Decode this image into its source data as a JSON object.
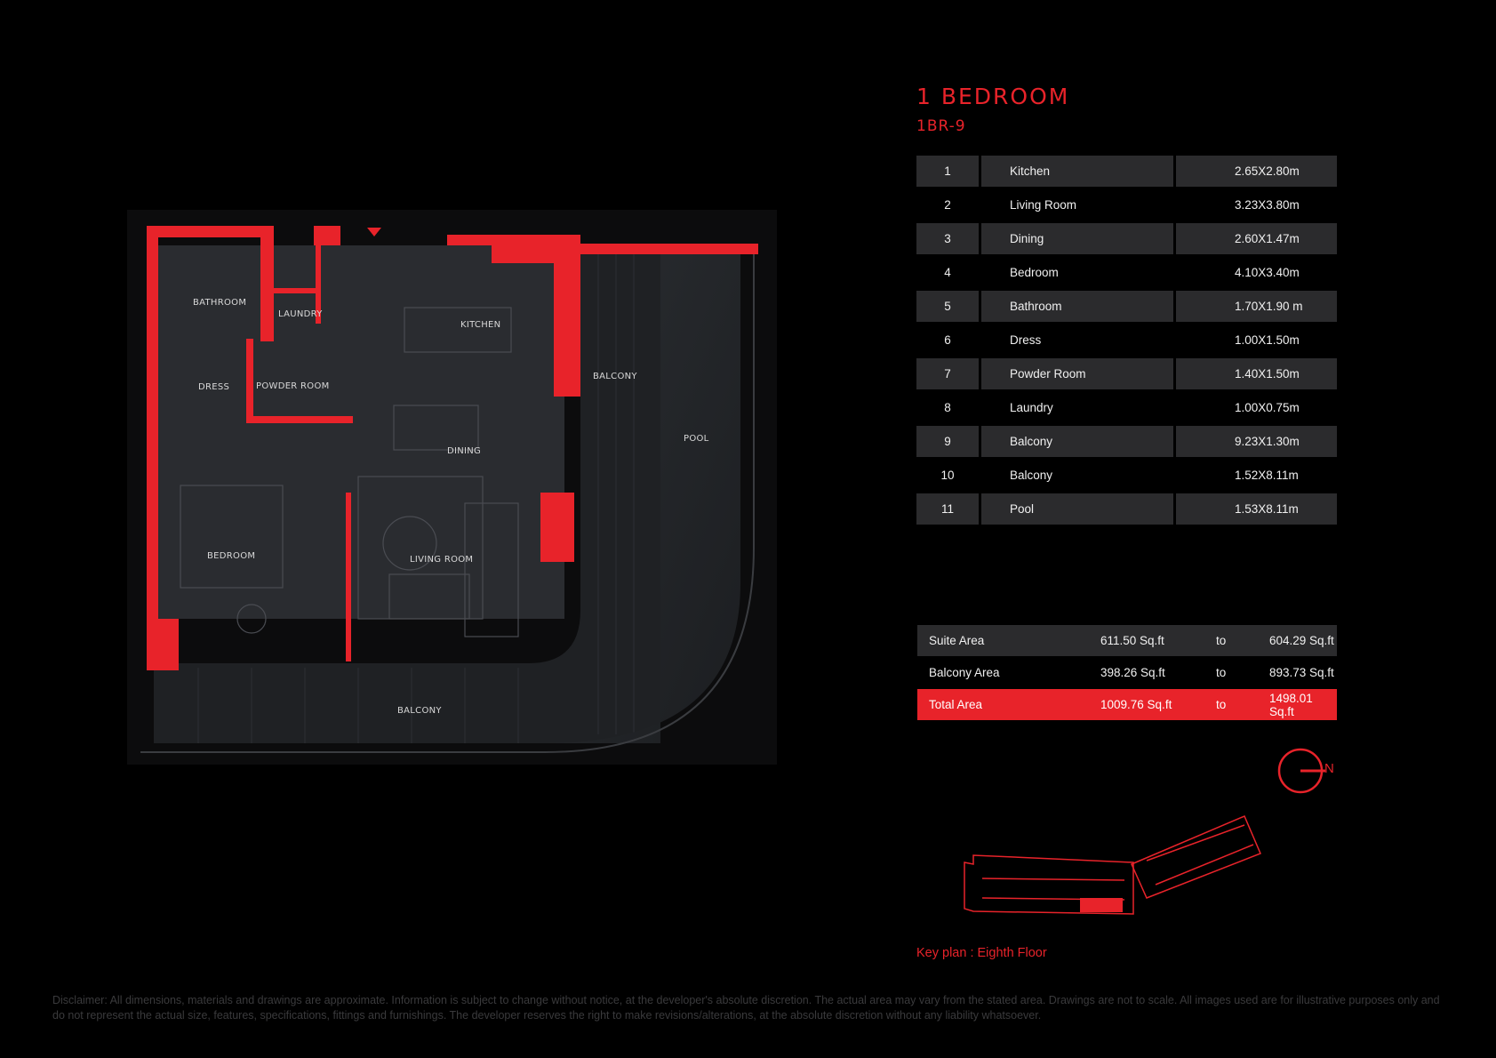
{
  "header": {
    "title": "1 BEDROOM",
    "unit_code": "1BR-9"
  },
  "floor_plan": {
    "labels": {
      "bathroom": "BATHROOM",
      "laundry": "LAUNDRY",
      "kitchen": "KITCHEN",
      "dress": "DRESS",
      "powder_room": "POWDER ROOM",
      "balcony_side": "BALCONY",
      "pool": "POOL",
      "dining": "DINING",
      "bedroom": "BEDROOM",
      "living_room": "LIVING ROOM",
      "balcony_bottom": "BALCONY"
    }
  },
  "rooms": [
    {
      "num": "1",
      "name": "Kitchen",
      "dim": "2.65X2.80m"
    },
    {
      "num": "2",
      "name": "Living Room",
      "dim": "3.23X3.80m"
    },
    {
      "num": "3",
      "name": "Dining",
      "dim": "2.60X1.47m"
    },
    {
      "num": "4",
      "name": "Bedroom",
      "dim": "4.10X3.40m"
    },
    {
      "num": "5",
      "name": "Bathroom",
      "dim": "1.70X1.90 m"
    },
    {
      "num": "6",
      "name": "Dress",
      "dim": "1.00X1.50m"
    },
    {
      "num": "7",
      "name": "Powder Room",
      "dim": "1.40X1.50m"
    },
    {
      "num": "8",
      "name": "Laundry",
      "dim": "1.00X0.75m"
    },
    {
      "num": "9",
      "name": "Balcony",
      "dim": "9.23X1.30m"
    },
    {
      "num": "10",
      "name": "Balcony",
      "dim": "1.52X8.11m"
    },
    {
      "num": "11",
      "name": "Pool",
      "dim": "1.53X8.11m"
    }
  ],
  "areas": [
    {
      "label": "Suite Area",
      "from": "611.50 Sq.ft",
      "to_word": "to",
      "to": "604.29 Sq.ft"
    },
    {
      "label": "Balcony Area",
      "from": "398.26 Sq.ft",
      "to_word": "to",
      "to": "893.73 Sq.ft"
    },
    {
      "label": "Total Area",
      "from": "1009.76 Sq.ft",
      "to_word": "to",
      "to": "1498.01 Sq.ft"
    }
  ],
  "compass": {
    "letter": "N"
  },
  "key_plan": {
    "caption": "Key plan : Eighth Floor"
  },
  "disclaimer": "Disclaimer: All dimensions, materials and drawings are approximate. Information is subject to change without notice, at the developer's absolute discretion. The actual area may vary from the stated area. Drawings are not to scale. All images used are for illustrative purposes only and do not represent the actual size, features, specifications, fittings and furnishings. The developer reserves the right to make revisions/alterations, at the absolute discretion without any liability whatsoever.",
  "colors": {
    "accent": "#e8232a",
    "row_shade": "#2b2b2d",
    "background": "#000000"
  }
}
